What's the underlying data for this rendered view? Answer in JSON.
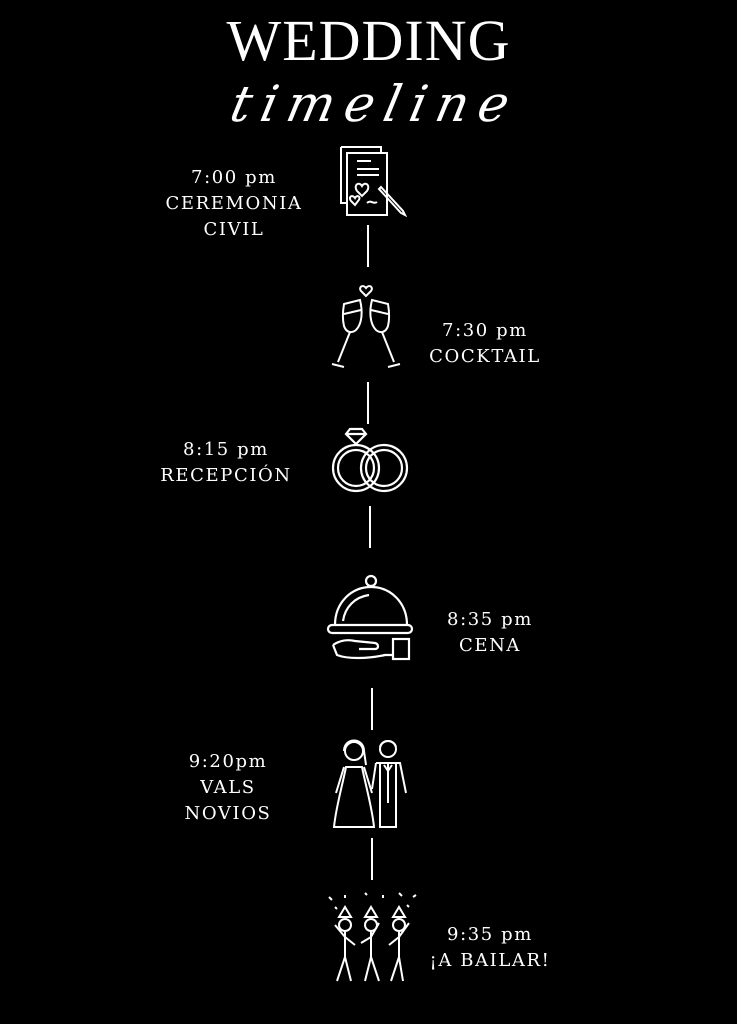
{
  "header": {
    "title": "WEDDING",
    "subtitle": "timeline"
  },
  "events": [
    {
      "time": "7:00 pm",
      "name_line1": "CEREMONIA",
      "name_line2": "CIVIL",
      "icon": "signed-document-icon"
    },
    {
      "time": "7:30 pm",
      "name_line1": "COCKTAIL",
      "icon": "champagne-toast-icon"
    },
    {
      "time": "8:15 pm",
      "name_line1": "RECEPCIÓN",
      "icon": "wedding-rings-icon"
    },
    {
      "time": "8:35 pm",
      "name_line1": "CENA",
      "icon": "serving-cloche-icon"
    },
    {
      "time": "9:20pm",
      "name_line1": "VALS",
      "name_line2": "NOVIOS",
      "icon": "bride-groom-icon"
    },
    {
      "time": "9:35 pm",
      "name_line1": "¡A BAILAR!",
      "icon": "dancing-people-icon"
    }
  ],
  "colors": {
    "background": "#000000",
    "foreground": "#ffffff"
  }
}
